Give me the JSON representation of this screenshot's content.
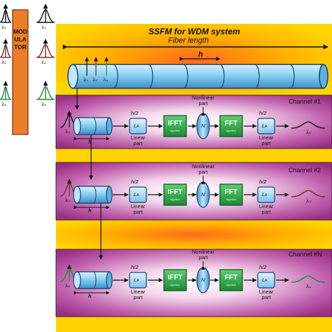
{
  "header": {
    "title": "SSFM for WDM system",
    "subtitle": "Fiber length",
    "step": "h"
  },
  "modulator": {
    "label": "MODULATOR"
  },
  "channels": [
    {
      "name": "Channel #1",
      "color": "#1a1a1a"
    },
    {
      "name": "Channel #2",
      "color": "#7a2d2d"
    },
    {
      "name": "Channel #N",
      "color": "#1f8a3a"
    }
  ],
  "blocks": {
    "half_step": "h/2",
    "step": "h",
    "linear_label": "Linear",
    "part_label": "part",
    "nonlinear_label": "Nonlinear",
    "ifft": "IFFT",
    "fft": "FFT",
    "ifft_sub": "algorithm",
    "fft_sub": "algorithm"
  },
  "wavelengths": [
    "λ₁",
    "λ₂",
    "λₙ"
  ],
  "colors": {
    "top_bg": "#f7c400",
    "channel_bg": "#a0358c",
    "fiber_fill": "#7fc9ee",
    "fiber_stroke": "#1a3f6e",
    "modulator": "#ee7d2a",
    "fft_block": "#2fa84a"
  }
}
